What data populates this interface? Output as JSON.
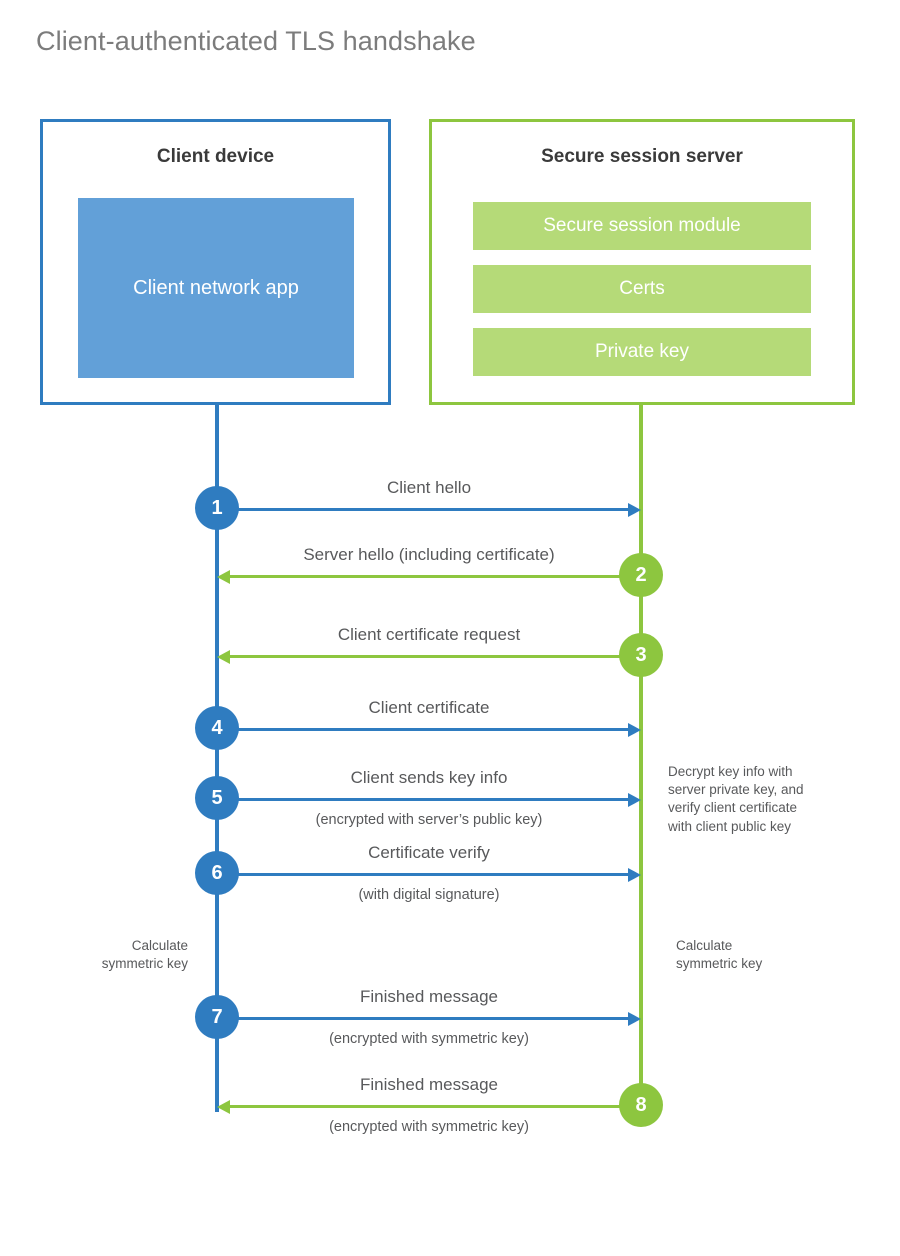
{
  "title": "Client-authenticated TLS handshake",
  "colors": {
    "client_accent": "#2f7cc0",
    "client_fill": "#62a0d8",
    "server_accent": "#8dc63f",
    "server_fill": "#b5da78",
    "title_text": "#7c7c7c",
    "body_text": "#58595b",
    "background": "#ffffff"
  },
  "actors": {
    "client": {
      "title": "Client device",
      "blocks": [
        {
          "label": "Client network\napp"
        }
      ]
    },
    "server": {
      "title": "Secure session server",
      "blocks": [
        {
          "label": "Secure session module"
        },
        {
          "label": "Certs"
        },
        {
          "label": "Private key"
        }
      ]
    }
  },
  "notes": [
    {
      "id": "server-decrypt-note",
      "text": "Decrypt key info with\nserver private key, and\nverify client certificate\nwith client public key"
    },
    {
      "id": "client-calc-note",
      "text": "Calculate\nsymmetric key"
    },
    {
      "id": "server-calc-note",
      "text": "Calculate\nsymmetric key"
    }
  ],
  "chart_data": {
    "type": "sequence-diagram",
    "title": "Client-authenticated TLS handshake",
    "participants": [
      "Client device",
      "Secure session server"
    ],
    "steps": [
      {
        "number": "1",
        "label": "Client hello",
        "sublabel": "",
        "from": "client",
        "to": "server",
        "direction": "right",
        "color": "#2f7cc0"
      },
      {
        "number": "2",
        "label": "Server hello (including certificate)",
        "sublabel": "",
        "from": "server",
        "to": "client",
        "direction": "left",
        "color": "#8dc63f"
      },
      {
        "number": "3",
        "label": "Client certificate request",
        "sublabel": "",
        "from": "server",
        "to": "client",
        "direction": "left",
        "color": "#8dc63f"
      },
      {
        "number": "4",
        "label": "Client certificate",
        "sublabel": "",
        "from": "client",
        "to": "server",
        "direction": "right",
        "color": "#2f7cc0"
      },
      {
        "number": "5",
        "label": "Client sends key info",
        "sublabel": "(encrypted with server’s public key)",
        "from": "client",
        "to": "server",
        "direction": "right",
        "color": "#2f7cc0"
      },
      {
        "number": "6",
        "label": "Certificate verify",
        "sublabel": "(with digital signature)",
        "from": "client",
        "to": "server",
        "direction": "right",
        "color": "#2f7cc0"
      },
      {
        "number": "7",
        "label": "Finished message",
        "sublabel": "(encrypted with symmetric key)",
        "from": "client",
        "to": "server",
        "direction": "right",
        "color": "#2f7cc0"
      },
      {
        "number": "8",
        "label": "Finished message",
        "sublabel": "(encrypted with symmetric key)",
        "from": "server",
        "to": "client",
        "direction": "left",
        "color": "#8dc63f"
      }
    ]
  }
}
